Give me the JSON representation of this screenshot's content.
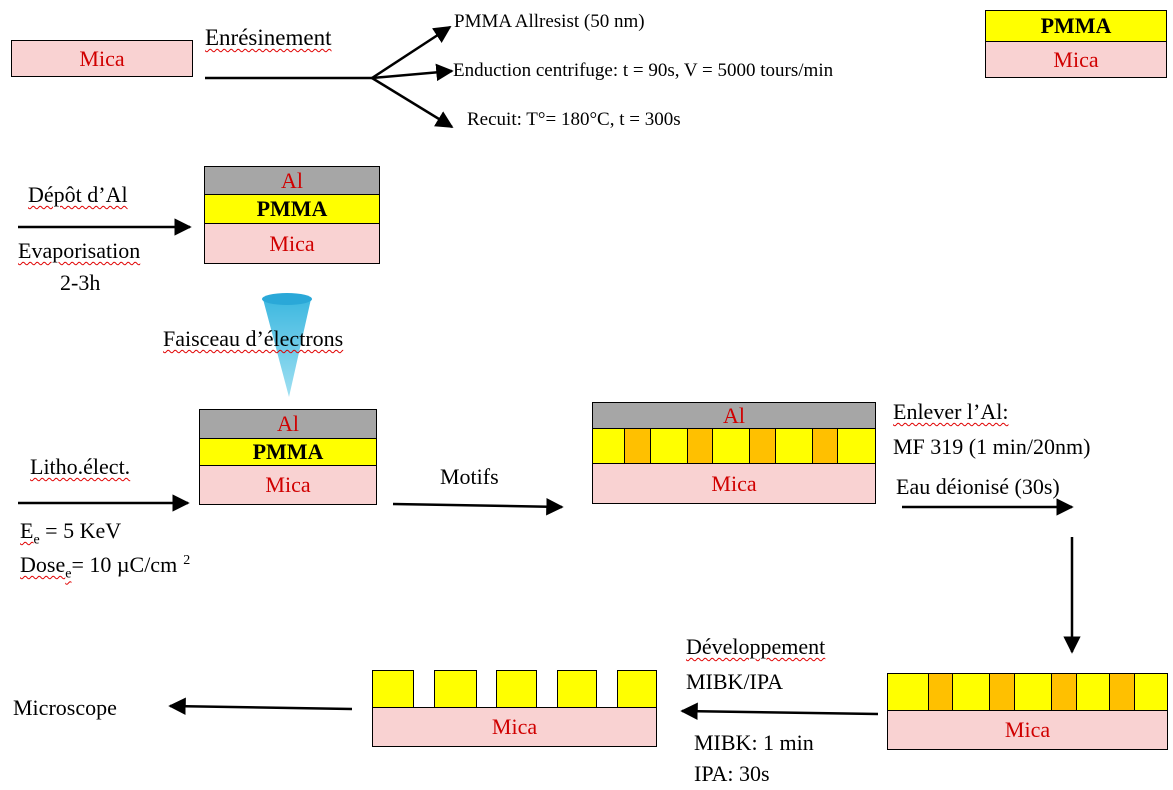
{
  "layers": {
    "mica": "Mica",
    "pmma": "PMMA",
    "al": "Al"
  },
  "step1": {
    "label": "Enrésinement",
    "param1": "PMMA  Allresist (50 nm)",
    "param2": "Enduction  centrifuge:  t = 90s, V = 5000 tours/min",
    "param3": "Recuit:  T°= 180°C, t = 300s"
  },
  "step2": {
    "label": "Dépôt d’Al",
    "method": "Evaporisation",
    "duration": "2-3h"
  },
  "beam": {
    "label": "Faisceau d’électrons"
  },
  "step3": {
    "label": "Litho.élect.",
    "energy_prefix": "E",
    "energy_sub": "e",
    "energy_value": " = 5 KeV",
    "dose_prefix": "Dose",
    "dose_sub": "e",
    "dose_value": "= 10 µC/cm",
    "dose_sup": "2"
  },
  "step4": {
    "label": "Motifs"
  },
  "step5": {
    "line1": "Enlever l’Al:",
    "line2": "MF 319 (1 min/20nm)",
    "line3": "Eau déionisé (30s)"
  },
  "step6": {
    "label": "Développement",
    "solvent": "MIBK/IPA",
    "time1": "MIBK:  1 min",
    "time2": "IPA: 30s"
  },
  "final": {
    "label": "Microscope"
  },
  "colors": {
    "mica": "#f9d2d2",
    "pmma": "#ffff00",
    "al": "#a6a6a6",
    "exposed": "#ffc000",
    "beam": "#5bc8e8",
    "layer_text": "#d00000"
  }
}
